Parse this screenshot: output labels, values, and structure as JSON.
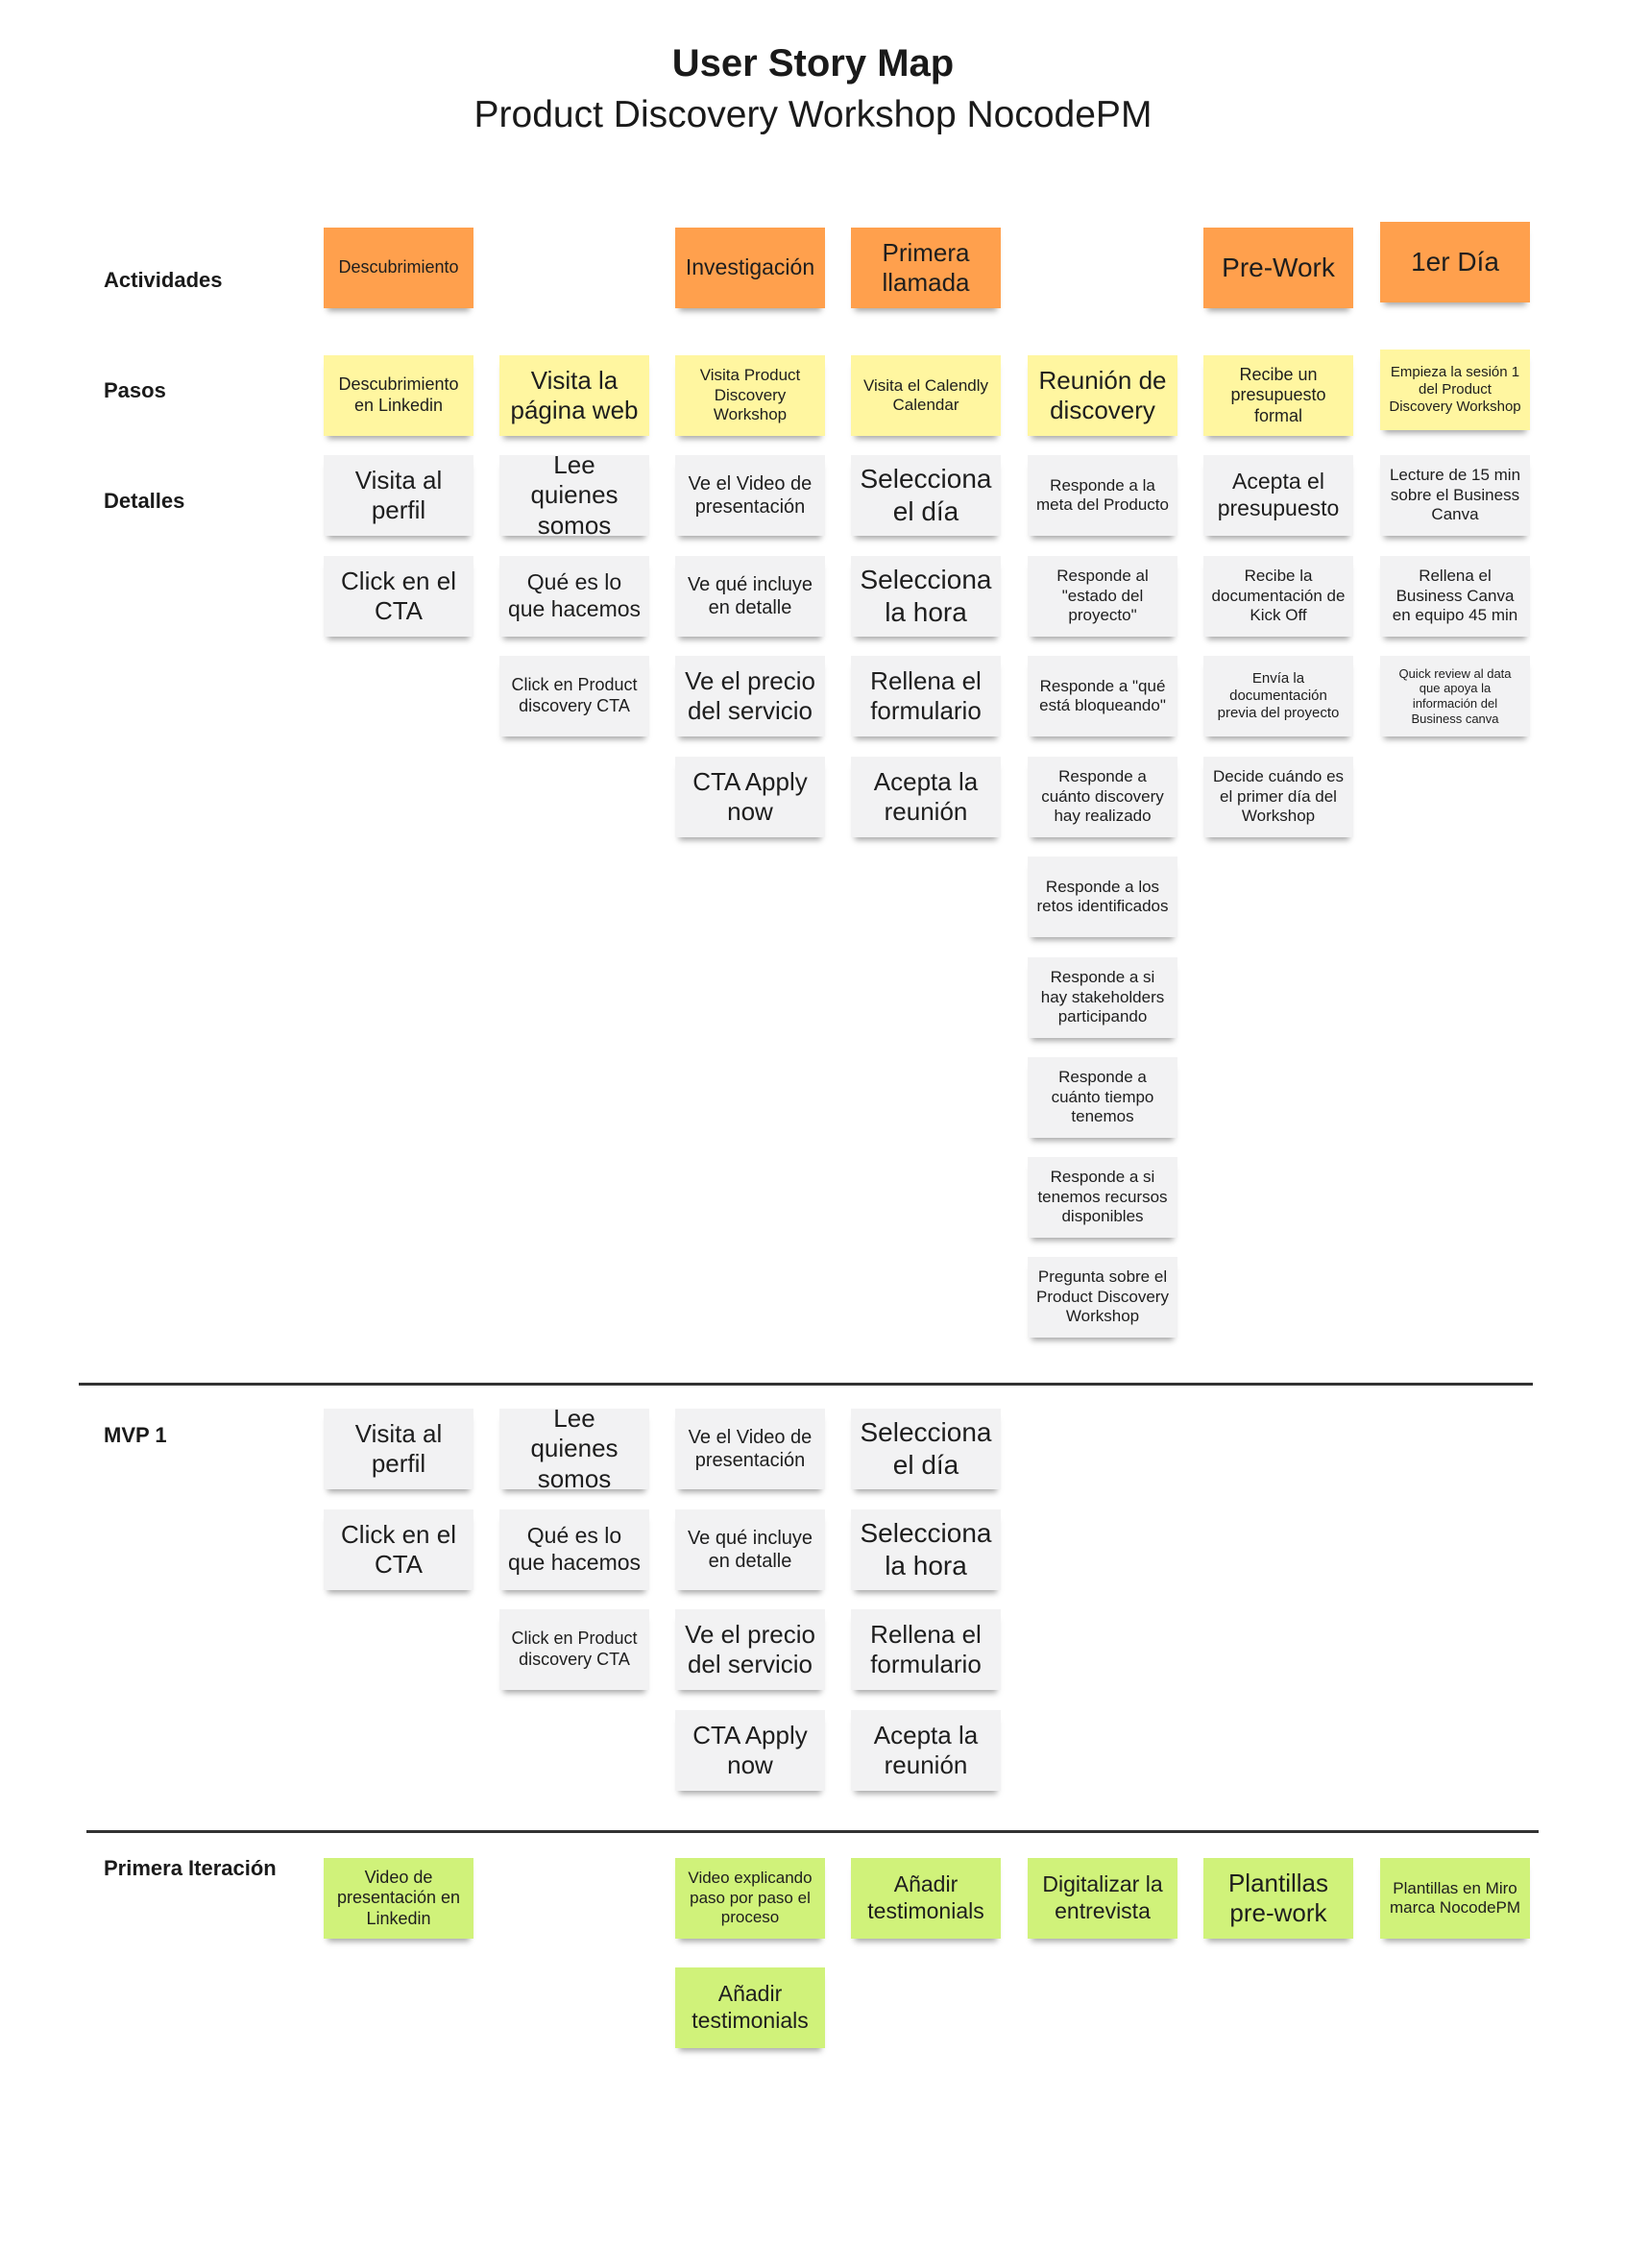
{
  "header": {
    "title": "User Story Map",
    "subtitle": "Product Discovery Workshop NocodePM"
  },
  "rows": {
    "actividades": "Actividades",
    "pasos": "Pasos",
    "detalles": "Detalles",
    "mvp": "MVP 1",
    "iteracion": "Primera Iteración"
  },
  "colors": {
    "activity": "#ffa04d",
    "step": "#fff6a0",
    "detail": "#f2f2f3",
    "iteration": "#d0f27a"
  },
  "activities": {
    "c1": "Descubrimiento",
    "c3": "Investigación",
    "c4": "Primera llamada",
    "c6": "Pre-Work",
    "c7": "1er Día"
  },
  "steps": {
    "c1": "Descubrimiento en Linkedin",
    "c2": "Visita la página web",
    "c3": "Visita Product Discovery Workshop",
    "c4": "Visita el Calendly Calendar",
    "c5": "Reunión de discovery",
    "c6": "Recibe un presupuesto formal",
    "c7": "Empieza la sesión 1 del Product Discovery Workshop"
  },
  "details": {
    "c1": [
      "Visita al perfil",
      "Click en el CTA"
    ],
    "c2": [
      "Lee quienes somos",
      "Qué es lo que hacemos",
      "Click en Product discovery CTA"
    ],
    "c3": [
      "Ve el Video de presentación",
      "Ve qué incluye en detalle",
      "Ve el precio del servicio",
      "CTA Apply now"
    ],
    "c4": [
      "Selecciona el día",
      "Selecciona la hora",
      "Rellena el formulario",
      "Acepta la reunión"
    ],
    "c5": [
      "Responde a la meta del Producto",
      "Responde al \"estado del proyecto\"",
      "Responde a \"qué está bloqueando\"",
      "Responde a cuánto discovery hay realizado",
      "Responde a los retos identificados",
      "Responde a si hay stakeholders participando",
      "Responde a cuánto tiempo tenemos",
      "Responde a si tenemos recursos disponibles",
      "Pregunta sobre el Product Discovery Workshop"
    ],
    "c6": [
      "Acepta el presupuesto",
      "Recibe la documentación de Kick Off",
      "Envía la documentación previa del proyecto",
      "Decide cuándo es el primer día del Workshop"
    ],
    "c7": [
      "Lecture de 15 min sobre el Business Canva",
      "Rellena el Business Canva en equipo 45 min",
      "Quick review al data que apoya la información del Business canva"
    ]
  },
  "mvp": {
    "c1": [
      "Visita al perfil",
      "Click en el CTA"
    ],
    "c2": [
      "Lee quienes somos",
      "Qué es lo que hacemos",
      "Click en Product discovery CTA"
    ],
    "c3": [
      "Ve el Video de presentación",
      "Ve qué incluye en detalle",
      "Ve el precio del servicio",
      "CTA Apply now"
    ],
    "c4": [
      "Selecciona el día",
      "Selecciona la hora",
      "Rellena el formulario",
      "Acepta la reunión"
    ]
  },
  "iteration": {
    "c1": [
      "Video de presentación en Linkedin"
    ],
    "c3": [
      "Video explicando paso por paso el proceso",
      "Añadir testimonials"
    ],
    "c4": [
      "Añadir testimonials"
    ],
    "c5": [
      "Digitalizar la entrevista"
    ],
    "c6": [
      "Plantillas pre-work"
    ],
    "c7": [
      "Plantillas en Miro marca NocodePM"
    ]
  }
}
